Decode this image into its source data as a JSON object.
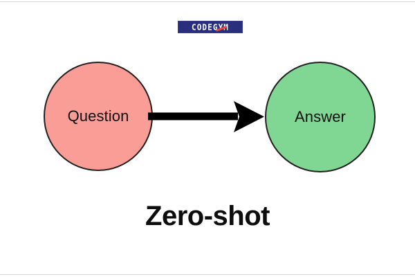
{
  "figure": {
    "caption": "Zero-shot",
    "background_color": "#ffffff"
  },
  "branding": {
    "logo_text": "CODEGYM",
    "logo_background_color": "#2a2f7d",
    "logo_text_color": "#ffffff",
    "logo_accent_color": "#e8483a"
  },
  "diagram": {
    "type": "flow",
    "nodes": [
      {
        "id": "question",
        "label": "Question",
        "shape": "circle",
        "fill_color": "#fa9d97",
        "stroke_color": "#231f20"
      },
      {
        "id": "answer",
        "label": "Answer",
        "shape": "circle",
        "fill_color": "#7fd793",
        "stroke_color": "#231f20"
      }
    ],
    "edges": [
      {
        "id": "question-to-answer",
        "from": "question",
        "to": "answer",
        "label": "",
        "style": "solid-arrow",
        "color": "#000000"
      }
    ]
  }
}
